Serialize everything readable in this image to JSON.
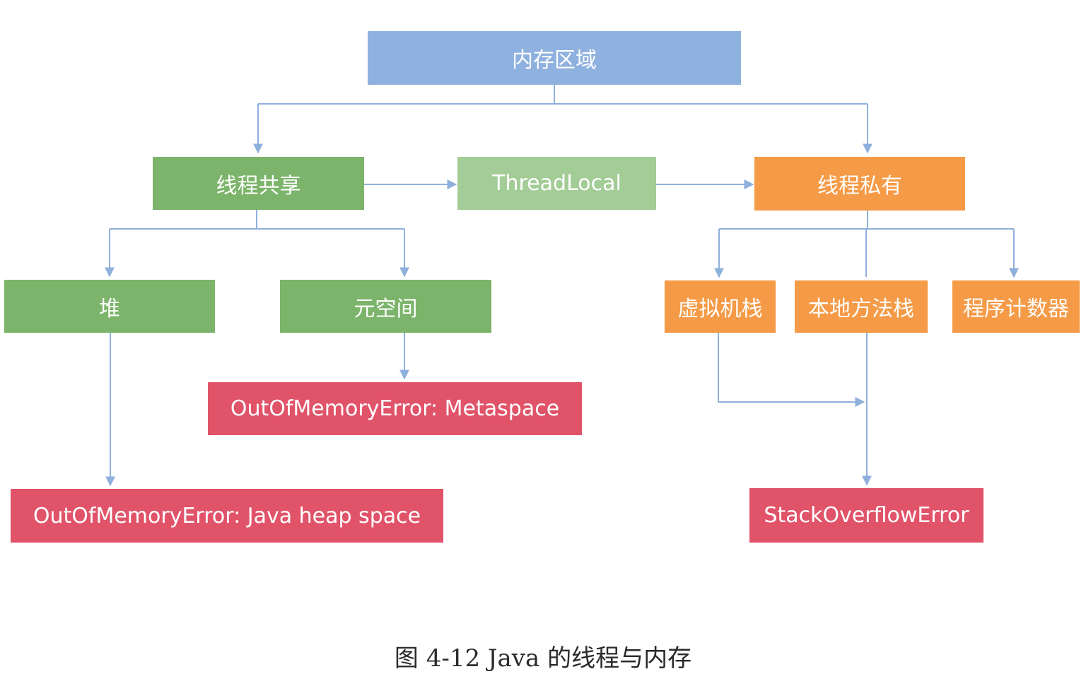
{
  "nodes": {
    "memory_region": "内存区域",
    "thread_shared": "线程共享",
    "thread_local": "ThreadLocal",
    "thread_private": "线程私有",
    "heap": "堆",
    "metaspace": "元空间",
    "vm_stack": "虚拟机栈",
    "native_method_stack": "本地方法栈",
    "program_counter": "程序计数器",
    "oom_metaspace": "OutOfMemoryError: Metaspace",
    "oom_heap": "OutOfMemoryError: Java heap space",
    "stack_overflow": "StackOverflowError"
  },
  "caption": "图 4-12  Java 的线程与内存",
  "colors": {
    "root": "#8eb1df",
    "shared": "#7bb46a",
    "threadlocal": "#a3cc96",
    "private": "#f59a46",
    "error": "#e05369",
    "connector": "#8fb0dc"
  }
}
